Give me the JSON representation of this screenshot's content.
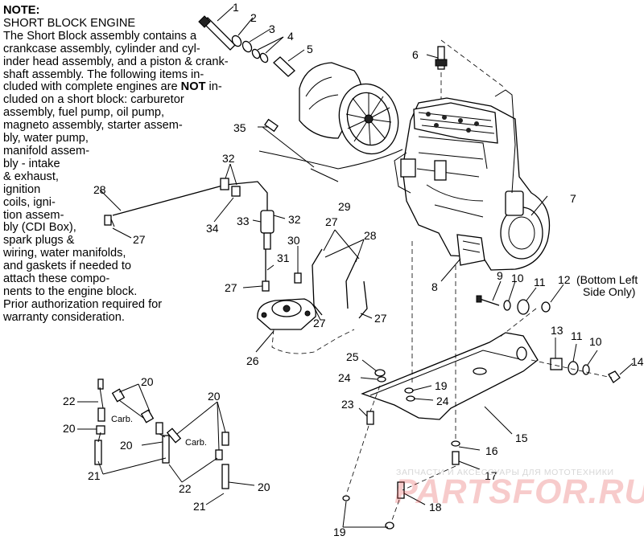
{
  "note": {
    "heading": "NOTE:",
    "subheading": "SHORT BLOCK ENGINE",
    "part1": "The Short Block assembly contains a\ncrankcase assembly, cylinder and cyl-\ninder head assembly, and a piston & crank-\nshaft assembly.  The following items in-\ncluded with complete engines are ",
    "emphasis": "NOT",
    "part2": " in-\ncluded on a short block:  carburetor\nassembly, fuel pump, oil pump,\nmagneto assembly, starter assem-\nbly, water pump,\nmanifold assem-\nbly - intake\n& exhaust,\nignition\ncoils, igni-\ntion assem-\nbly (CDI Box),\nspark plugs &\nwiring, water manifolds,\nand gaskets if needed to\nattach these compo-\nnents to the engine block.\nPrior authorization required for\nwarranty consideration."
  },
  "callouts": {
    "c1": "1",
    "c2": "2",
    "c3": "3",
    "c4": "4",
    "c5": "5",
    "c6": "6",
    "c7": "7",
    "c8": "8",
    "c9": "9",
    "c10a": "10",
    "c10b": "10",
    "c11a": "11",
    "c11b": "11",
    "c12": "12",
    "c12_note_line1": "(Bottom Left",
    "c12_note_line2": "Side Only)",
    "c13": "13",
    "c14": "14",
    "c15": "15",
    "c16": "16",
    "c17": "17",
    "c18": "18",
    "c19a": "19",
    "c19b": "19",
    "c20a": "20",
    "c20b": "20",
    "c20c": "20",
    "c20d": "20",
    "c20e": "20",
    "c21a": "21",
    "c21b": "21",
    "c22a": "22",
    "c22b": "22",
    "c23": "23",
    "c24a": "24",
    "c24b": "24",
    "c25": "25",
    "c26": "26",
    "c27a": "27",
    "c27b": "27",
    "c27c": "27",
    "c27d": "27",
    "c27e": "27",
    "c28a": "28",
    "c28b": "28",
    "c29": "29",
    "c30": "30",
    "c31": "31",
    "c32a": "32",
    "c32b": "32",
    "c33": "33",
    "c34": "34",
    "c35": "35",
    "carb_a": "Carb.",
    "carb_b": "Carb."
  },
  "watermark": {
    "line1": "ЗАПЧАСТИ И АКСЕССУАРЫ ДЛЯ МОТОТЕХНИКИ",
    "logo": "PARTSFOR.RU"
  }
}
